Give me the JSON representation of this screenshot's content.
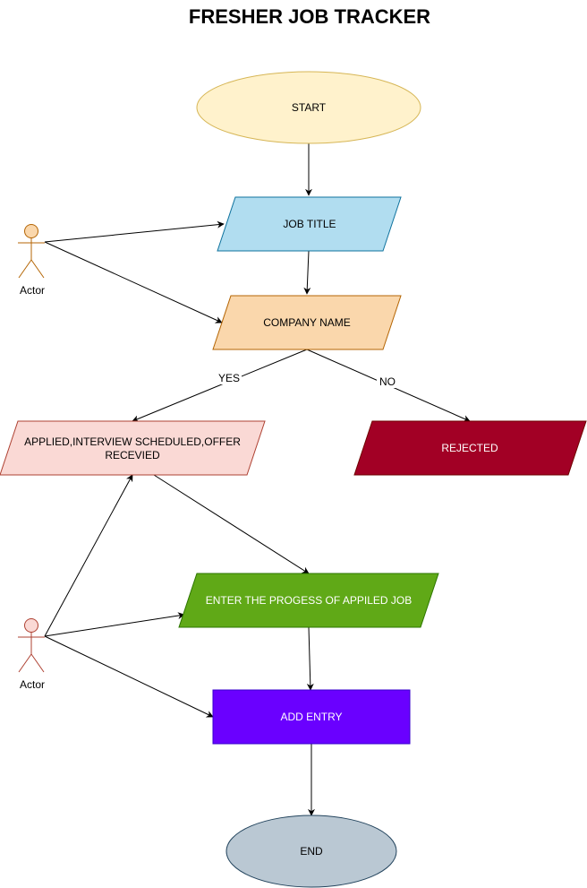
{
  "title": "FRESHER JOB TRACKER",
  "nodes": {
    "start": "START",
    "job_title": "JOB TITLE",
    "company_name": "COMPANY NAME",
    "applied_line1": "APPLIED,INTERVIEW SCHEDULED,OFFER",
    "applied_line2": "RECEVIED",
    "rejected": "REJECTED",
    "enter_progress": "ENTER THE PROGESS OF APPILED JOB",
    "add_entry": "ADD ENTRY",
    "end": "END"
  },
  "edge_labels": {
    "yes": "YES",
    "no": "NO"
  },
  "actors": [
    "Actor",
    "Actor"
  ],
  "colors": {
    "start_fill": "#fff2cc",
    "start_stroke": "#d6b656",
    "job_fill": "#b1ddf0",
    "job_stroke": "#10739e",
    "company_fill": "#fad7ac",
    "company_stroke": "#b46504",
    "applied_fill": "#fad9d5",
    "applied_stroke": "#ae4132",
    "rejected_fill": "#a20025",
    "rejected_stroke": "#6f0000",
    "progress_fill": "#60a917",
    "progress_stroke": "#2d7600",
    "add_fill": "#6a00ff",
    "add_stroke": "#3700cc",
    "end_fill": "#bac8d3",
    "end_stroke": "#23445d",
    "actor1_fill": "#fad7ac",
    "actor1_stroke": "#b46504",
    "actor2_fill": "#fad9d5",
    "actor2_stroke": "#ae4132"
  }
}
